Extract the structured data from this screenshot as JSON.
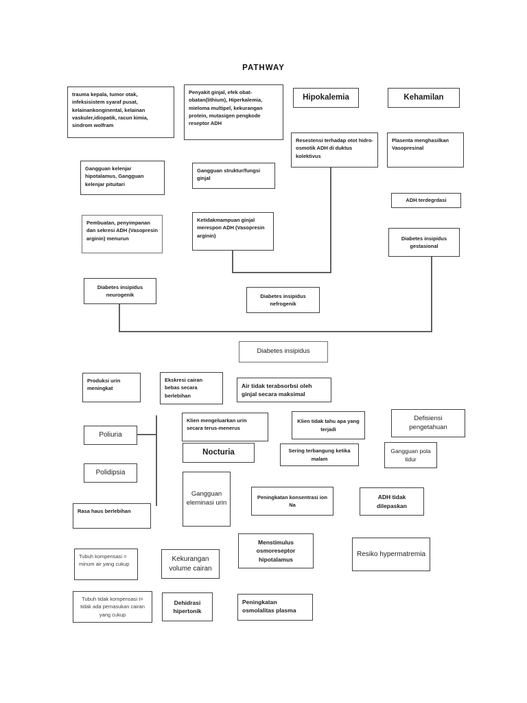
{
  "title": "PATHWAY",
  "colors": {
    "box_border": "#3f3f3f",
    "connector": "#5f5f5f",
    "text": "#1c1c1c"
  },
  "nodes": {
    "trauma_causes": "trauma kepala, tumor otak, infeksisistem syaraf pusat, kelainankonginental, kelainan vaskuler,idiopatik, racun kimia, sindrom wolfram",
    "penyakit_ginjal": "Penyakit ginjal, efek obat-obatan(lithium), Hiperkalemia, mieloma multipel, kekurangan protein, mutasigen pengkode reseptor ADH",
    "hipokalemia": "Hipokalemia",
    "kehamilan": "Kehamilan",
    "resistensi_adh": "Resestensi terhadap otot hidro-osmotik ADH di duktus kolektivus",
    "plasenta": "Plasenta menghasilkan Vasopresinal",
    "gangguan_kelenjar": "Gangguan kelenjar hipotalamus, Gangguan kelenjar pituitari",
    "gangguan_struktur_ginjal": "Gangguan struktur/fungsi ginjal",
    "adh_terdegradasi": "ADH terdegrdasi",
    "pembuatan_sekresi_adh": "Pembuatan, penyimpanan dan sekresi ADH (Vasopresin arginin) menurun",
    "ketidakmampuan_ginjal": "Ketidakmampuan ginjal merespon ADH (Vasopresin arginin)",
    "di_gestasional": "Diabetes insipidus gestasional",
    "di_neurogenik": "Diabetes insipidus neurogenik",
    "di_nefrogenik": "Diabetes insipidus nefrogenik",
    "diabetes_insipidus": "Diabetes insipidus",
    "produksi_urin": "Produksi urin meningkat",
    "ekskresi_cairan": "Ekskresi cairan bebas secara berlebihan",
    "air_tidak_terabsorbsi": "Air tidak terabsorbsi oleh ginjal secara maksimal",
    "klien_mengeluarkan_urin": "Klien mengeluarkan urin secara terus-menerus",
    "klien_tidak_tahu": "Klien tidak tahu apa yang terjadi",
    "defisiensi_pengetahuan": "Defisiensi pengetahuan",
    "poliuria": "Poliuria",
    "nocturia": "Nocturia",
    "sering_terbangun": "Sering terbangung ketika malam",
    "gangguan_pola_tidur": "Gangguan pola tidur",
    "polidipsia": "Polidipsia",
    "gangguan_eleminasi_urin": "Gangguan eleminasi urin",
    "peningkatan_ion_na": "Peningkatan konsentrasi ion Na",
    "adh_tidak_dilepaskan": "ADH tidak dilepaskan",
    "rasa_haus": "Rasa haus berlebihan",
    "menstimulus_osmoreseptor": "Menstimulus osmoreseptor hipotalamus",
    "resiko_hypermatremia": "Resiko hypermatremia",
    "tubuh_kompensasi": "Tubuh kompensasi = minum air yang cukup",
    "kekurangan_volume": "Kekurangan volume cairan",
    "tubuh_tidak_kompensasi": "Tubuh tidak kompensasi t= tidak ada pemasukan cairan yang cukup",
    "dehidrasi_hipertonik": "Dehidrasi hipertonik",
    "peningkatan_osmolalitas": "Peningkatan osmolalitas plasma"
  }
}
